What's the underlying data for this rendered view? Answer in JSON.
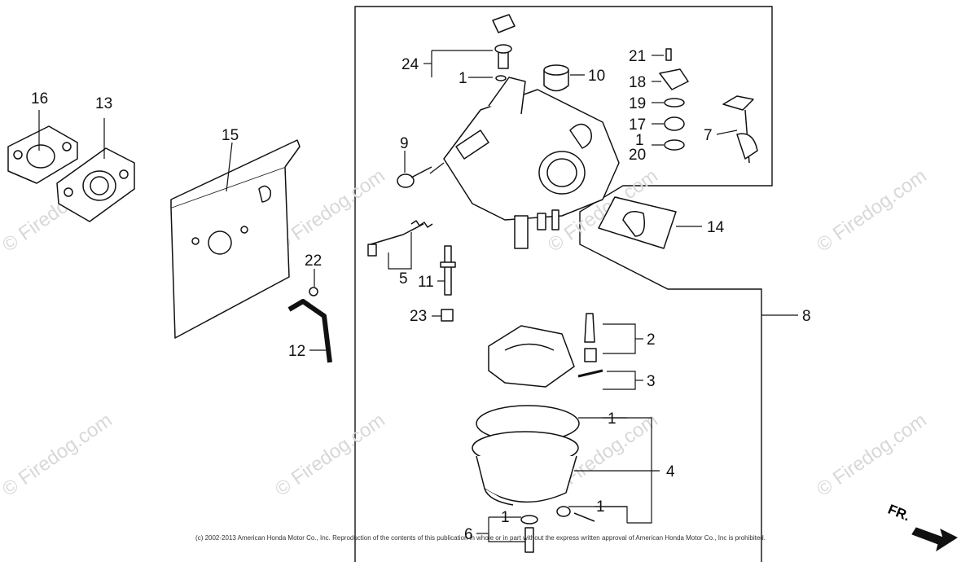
{
  "copyright": "(c) 2002-2013 American Honda Motor Co., Inc. Reproduction of the contents of this publication in whole or in part without the express written approval of American Honda Motor Co., Inc is prohibited.",
  "watermark": "© Firedog.com",
  "direction_label": "FR.",
  "callouts": {
    "c24": "24",
    "c1a": "1",
    "c10": "10",
    "c21": "21",
    "c18": "18",
    "c19": "19",
    "c17": "17",
    "c1b": "1",
    "c20": "20",
    "c7": "7",
    "c16": "16",
    "c13": "13",
    "c15": "15",
    "c9": "9",
    "c14": "14",
    "c5": "5",
    "c11": "11",
    "c22": "22",
    "c23": "23",
    "c8": "8",
    "c2": "2",
    "c3": "3",
    "c12": "12",
    "c1c": "1",
    "c4": "4",
    "c1d": "1",
    "c1e": "1",
    "c6": "6"
  },
  "colors": {
    "line": "#111111",
    "watermark": "#d8d8d8"
  }
}
